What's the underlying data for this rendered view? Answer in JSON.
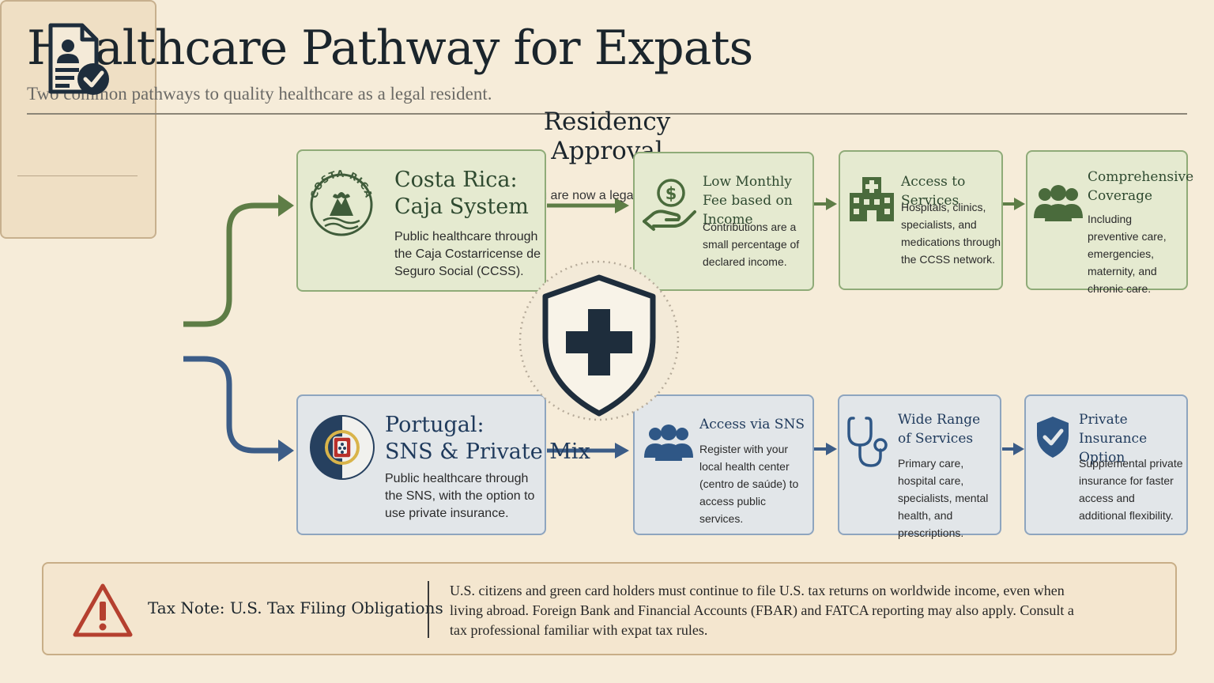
{
  "title": "Healthcare Pathway for Expats",
  "subtitle": "Two common pathways to quality healthcare as a legal resident.",
  "colors": {
    "green_accent": "#5e7d46",
    "blue_accent": "#3b5c87",
    "warning": "#b5402f",
    "navy": "#1e2d3c"
  },
  "residency": {
    "icon": "id-document-check-icon",
    "title_line1": "Residency",
    "title_line2": "Approval",
    "text": "You are now a legal resident."
  },
  "center_icon": "shield-plus-icon",
  "costa_rica": {
    "seal_text": "COSTA RICA",
    "title_line1": "Costa Rica:",
    "title_line2": "Caja System",
    "text": "Public healthcare through the Caja Costarricense de Seguro Social (CCSS).",
    "steps": [
      {
        "icon": "hand-coin-icon",
        "title": "Low Monthly Fee based on Income",
        "text": "Contributions are a small percentage of declared income."
      },
      {
        "icon": "hospital-icon",
        "title": "Access to Services",
        "text": "Hospitals, clinics, specialists, and medications through the CCSS network."
      },
      {
        "icon": "people-group-icon",
        "title": "Comprehensive Coverage",
        "text": "Including preventive care, emergencies, maternity, and chronic care."
      }
    ]
  },
  "portugal": {
    "title_line1": "Portugal:",
    "title_line2": "SNS & Private Mix",
    "text": "Public healthcare through the SNS, with the option to use private insurance.",
    "steps": [
      {
        "icon": "people-group-icon",
        "title": "Access via SNS",
        "text": "Register with your local health center (centro de saúde) to access public services."
      },
      {
        "icon": "stethoscope-icon",
        "title": "Wide Range of Services",
        "text": "Primary care, hospital care, specialists, mental health, and prescriptions."
      },
      {
        "icon": "shield-check-icon",
        "title": "Private Insurance Option",
        "text": "Supplemental private insurance for faster access and additional flexibility."
      }
    ]
  },
  "tax": {
    "icon": "warning-triangle-icon",
    "label": "Tax Note:  U.S. Tax Filing Obligations",
    "text": "U.S. citizens and green card holders must continue to file U.S. tax returns on worldwide income, even when living abroad. Foreign Bank and Financial Accounts (FBAR) and FATCA reporting may also apply. Consult a tax professional familiar with expat tax rules."
  }
}
